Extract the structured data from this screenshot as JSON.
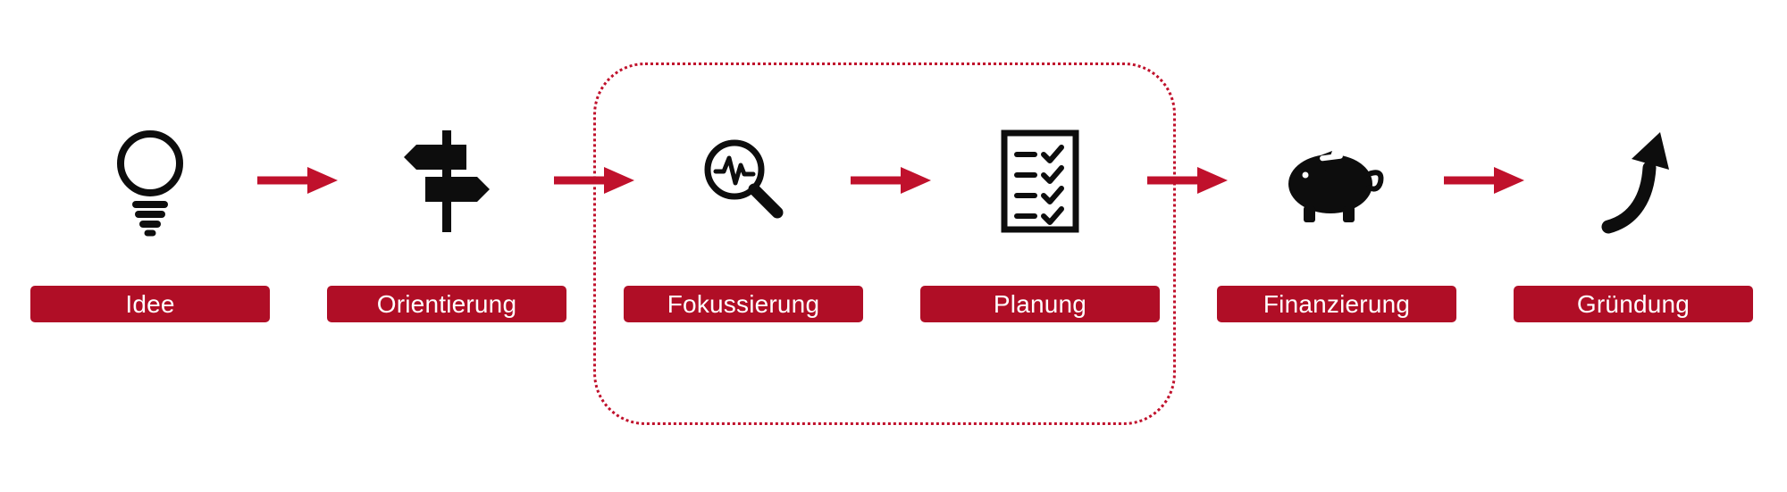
{
  "diagram": {
    "type": "process-flow",
    "language": "de",
    "steps": [
      {
        "label": "Idee",
        "icon": "lightbulb-icon"
      },
      {
        "label": "Orientierung",
        "icon": "signpost-icon"
      },
      {
        "label": "Fokussierung",
        "icon": "magnifier-pulse-icon"
      },
      {
        "label": "Planung",
        "icon": "checklist-icon"
      },
      {
        "label": "Finanzierung",
        "icon": "piggy-bank-icon"
      },
      {
        "label": "Gründung",
        "icon": "curved-up-arrow-icon"
      }
    ],
    "highlight_group": {
      "steps": [
        "Fokussierung",
        "Planung"
      ],
      "style": "dotted-rounded-outline"
    },
    "colors": {
      "label_bg": "#b00e26",
      "label_text": "#ffffff",
      "arrow": "#c0112c",
      "highlight_border": "#c0112c",
      "icon": "#0d0d0d",
      "background": "#ffffff"
    }
  }
}
